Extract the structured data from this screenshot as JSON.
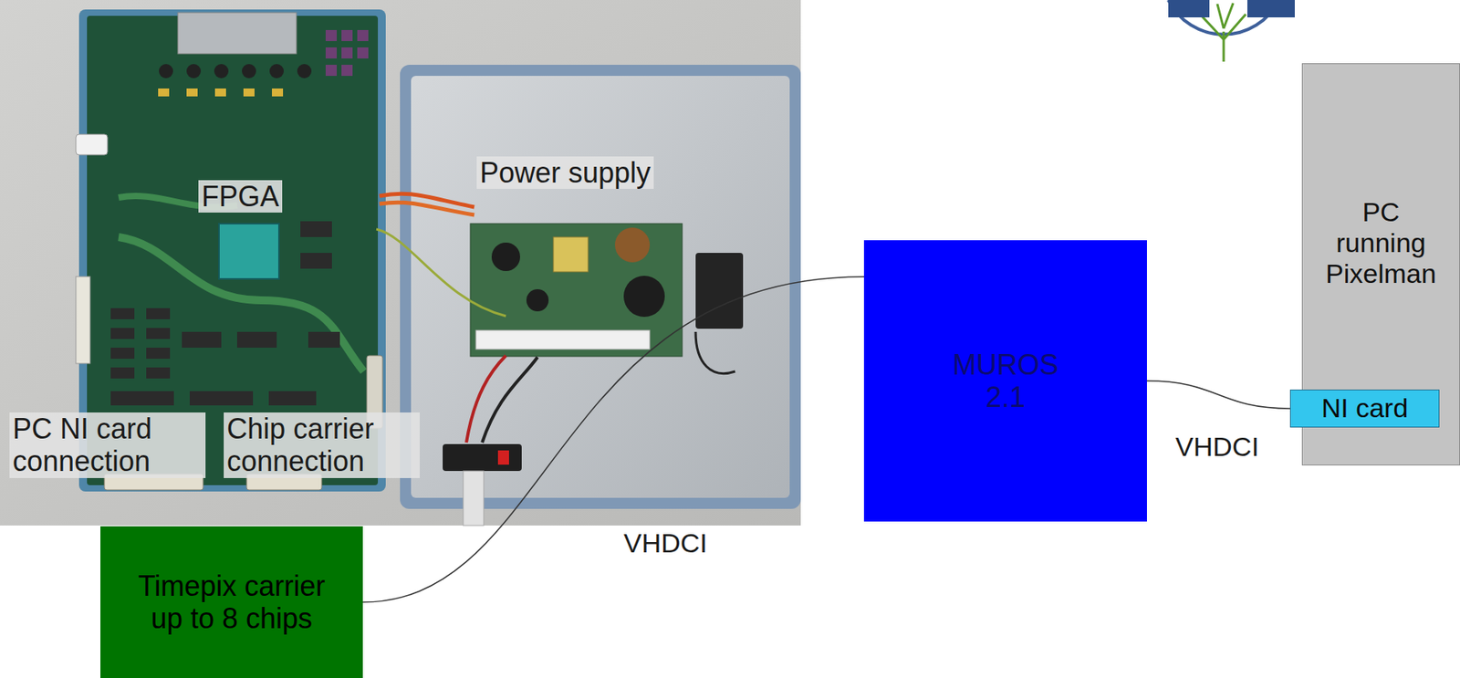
{
  "diagram": {
    "nodes": [
      {
        "text": [
          "MUROS 2.1"
        ]
      },
      {
        "text": [
          "PC running Pixelman"
        ]
      },
      {
        "text": [
          "NI card"
        ],
        "in": 1
      },
      {
        "text": [
          "Timepix carrier up to 8 chips"
        ]
      }
    ],
    "edges": [
      {
        "from": 3,
        "to": 0,
        "label": "VHDCI",
        "arrow": "none"
      },
      {
        "from": 0,
        "to": 2,
        "label": "VHDCI",
        "arrow": "none"
      }
    ],
    "labels": [
      "FPGA",
      "Power supply",
      "PC NI card connection",
      "Chip carrier connection"
    ]
  }
}
